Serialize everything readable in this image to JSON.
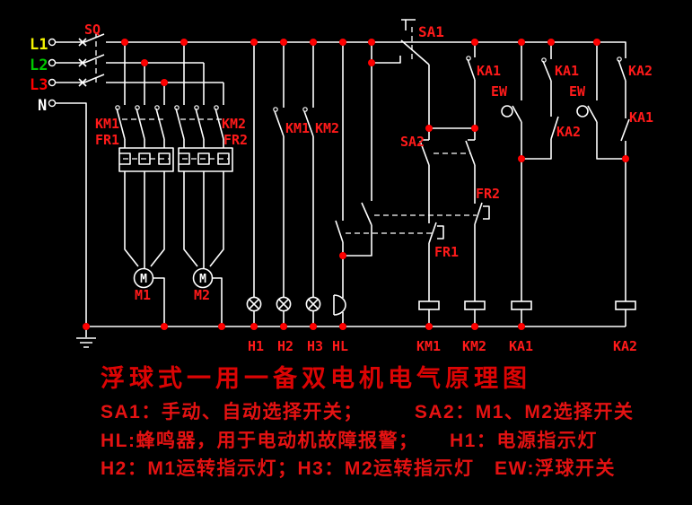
{
  "title": "浮球式一用一备双电机电气原理图",
  "notes": [
    "SA1：手动、自动选择开关；　　　SA2：M1、M2选择开关",
    "HL:蜂鸣器，用于电动机故障报警；　　H1：电源指示灯",
    "H2：M1运转指示灯；H3：M2运转指示灯　EW:浮球开关"
  ],
  "phases": {
    "l1": "L1",
    "l2": "L2",
    "l3": "L3",
    "n": "N"
  },
  "labels": {
    "sq": "SQ",
    "km1_main": "KM1",
    "fr1_main": "FR1",
    "km2_main": "KM2",
    "fr2_main": "FR2",
    "m1": "M1",
    "m2": "M2",
    "motor_m": "M",
    "km1_aux": "KM1",
    "km2_aux": "KM2",
    "sa1": "SA1",
    "sa2": "SA2",
    "ka1_sel": "KA1",
    "ew1": "EW",
    "ka1_hold": "KA1",
    "ka2_cut": "KA2",
    "ew2": "EW",
    "ka2_hold": "KA2",
    "ka1_cut": "KA1",
    "fr2_ctrl": "FR2",
    "fr1_ctrl": "FR1",
    "h1": "H1",
    "h2": "H2",
    "h3": "H3",
    "hl": "HL",
    "km1_coil": "KM1",
    "km2_coil": "KM2",
    "ka1_coil": "KA1",
    "ka2_coil": "KA2"
  },
  "colors": {
    "background": "#000000",
    "wire": "#ffffff",
    "junction_dot": "#ff0000",
    "component_label": "#ff1a1a",
    "chinese_text": "#dc0404",
    "phase_l1": "#f5f500",
    "phase_l2": "#00c800",
    "phase_l3": "#ff0000",
    "phase_n": "#ffffff"
  }
}
